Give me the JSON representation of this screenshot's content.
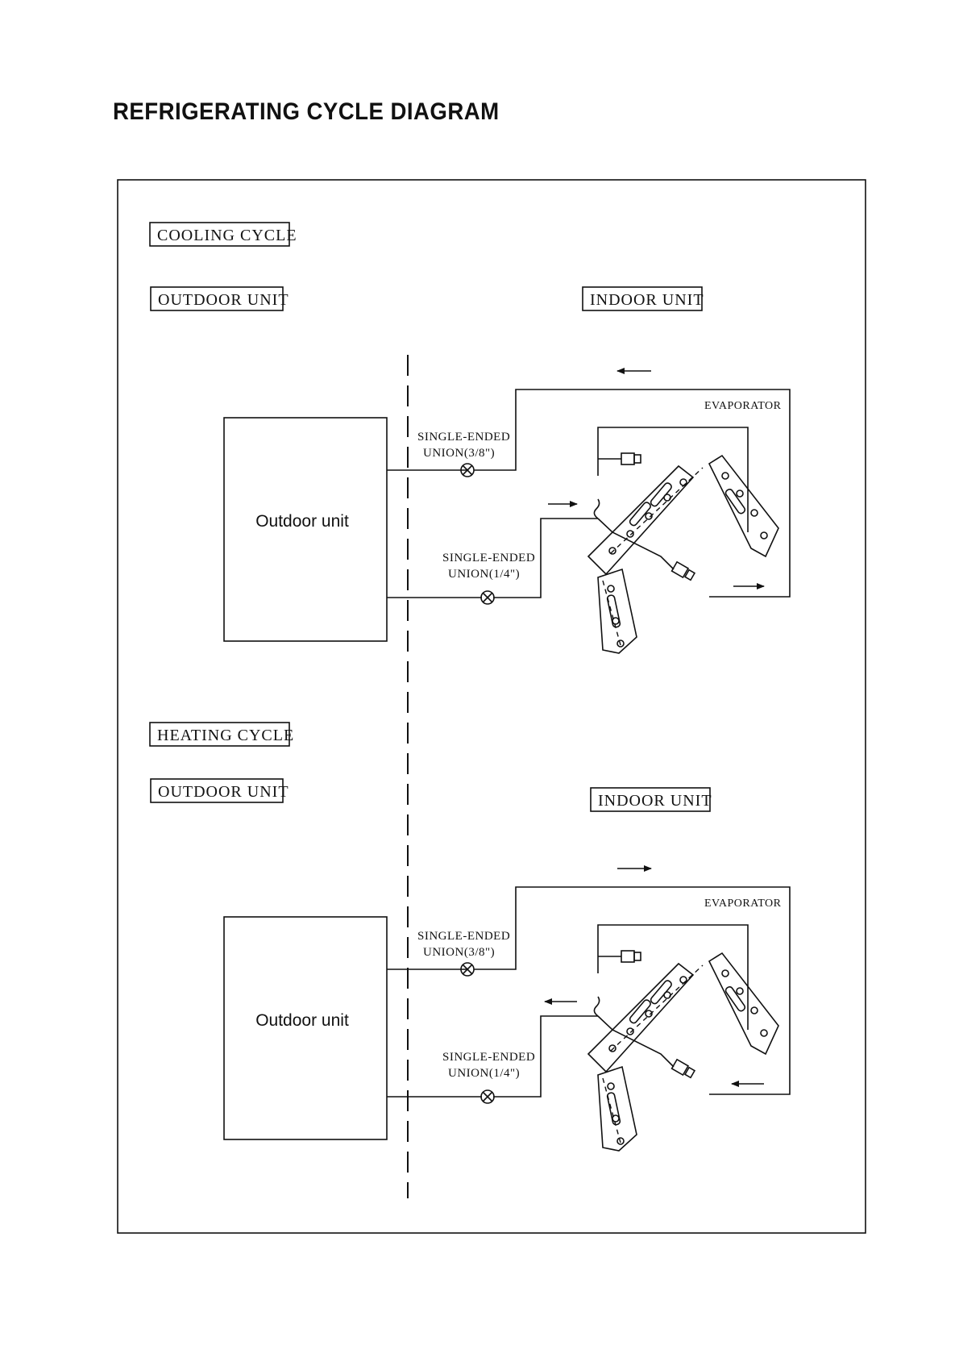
{
  "title": "REFRIGERATING CYCLE DIAGRAM",
  "cooling": {
    "cycle_label": "COOLING CYCLE",
    "outdoor_label": "OUTDOOR UNIT",
    "indoor_label": "INDOOR UNIT",
    "outdoor_box_text": "Outdoor unit",
    "evaporator_label": "EVAPORATOR",
    "union_top_line1": "SINGLE-ENDED",
    "union_top_line2": "UNION(3/8\")",
    "union_bottom_line1": "SINGLE-ENDED",
    "union_bottom_line2": "UNION(1/4\")"
  },
  "heating": {
    "cycle_label": "HEATING CYCLE",
    "outdoor_label": "OUTDOOR UNIT",
    "indoor_label": "INDOOR UNIT",
    "outdoor_box_text": "Outdoor unit",
    "evaporator_label": "EVAPORATOR",
    "union_top_line1": "SINGLE-ENDED",
    "union_top_line2": "UNION(3/8\")",
    "union_bottom_line1": "SINGLE-ENDED",
    "union_bottom_line2": "UNION(1/4\")"
  }
}
